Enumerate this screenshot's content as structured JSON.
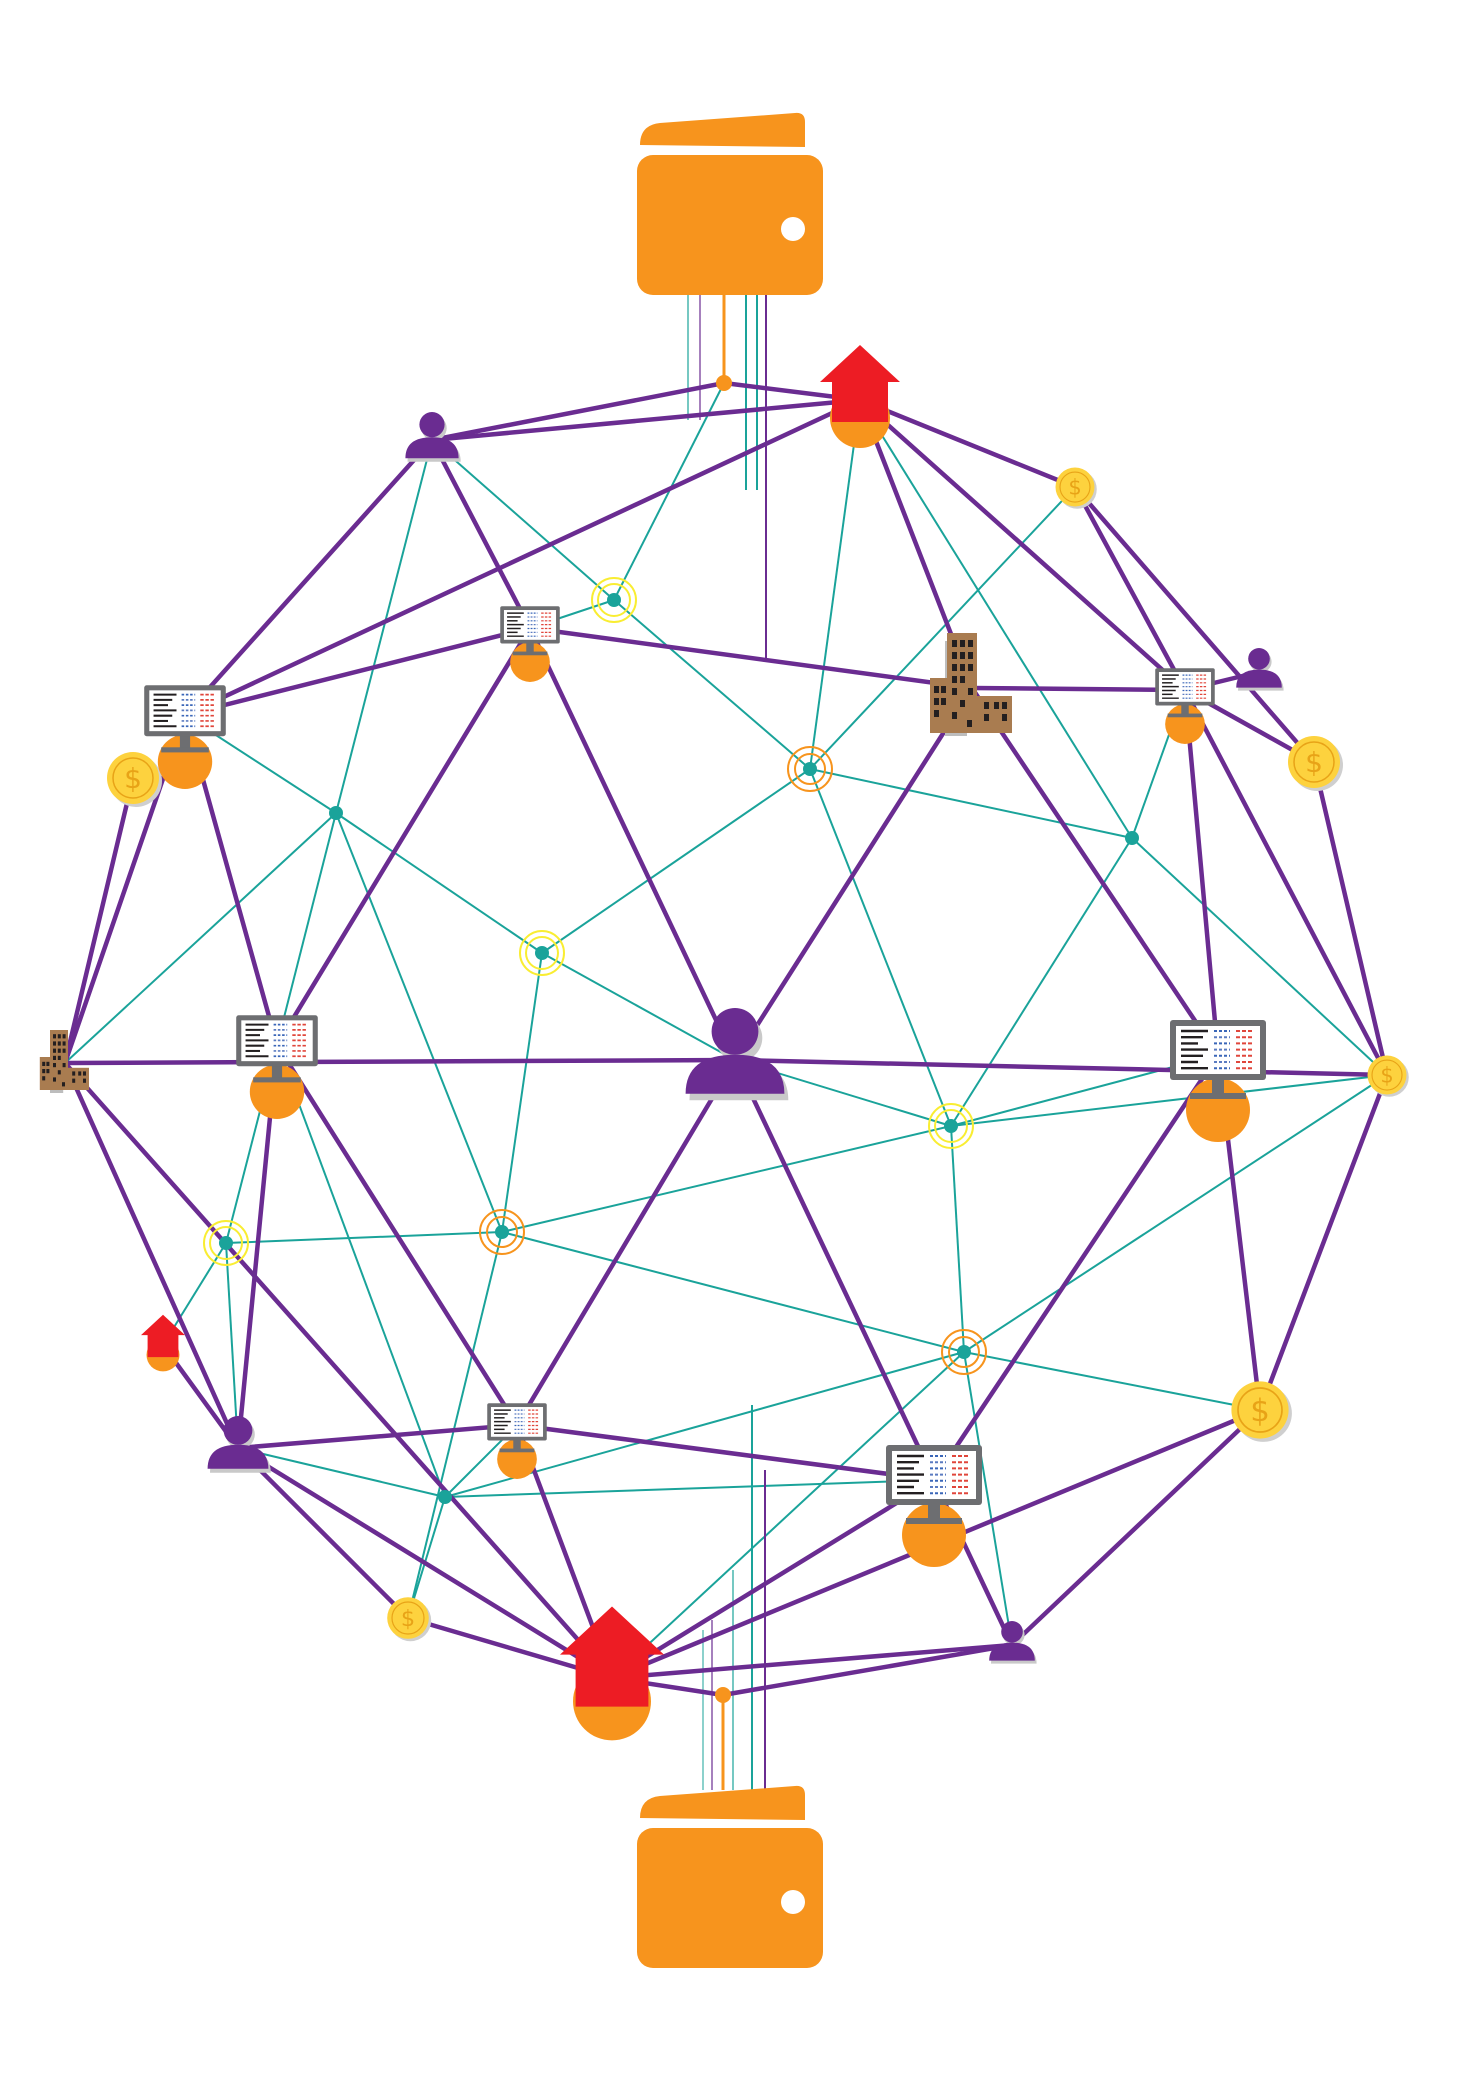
{
  "diagram": {
    "kind": "network-graph",
    "colors": {
      "background": "#ffffff",
      "primary_edge": "#6a2c91",
      "secondary_edge": "#1aa39a",
      "wallet": "#f7941d",
      "wallet_clasp": "#ffffff",
      "person": "#6a2c91",
      "house": "#ed1c24",
      "coin": "#fdd23e",
      "coin_symbol": "#e8a317",
      "node_base": "#f7941d",
      "monitor_frame": "#6d6e71",
      "monitor_screen": "#ffffff",
      "building": "#a97c50",
      "building_window": "#231f20",
      "hub_dot": "#1aa39a",
      "hub_ring_yellow": "#f9ed32",
      "hub_ring_orange": "#f7941d"
    },
    "coin_symbol": "$",
    "nodes": [
      {
        "id": "wallet-top",
        "type": "wallet",
        "icon": "wallet-icon"
      },
      {
        "id": "wallet-bottom",
        "type": "wallet",
        "icon": "wallet-icon"
      },
      {
        "id": "house-top",
        "type": "house",
        "icon": "house-icon"
      },
      {
        "id": "house-bottom",
        "type": "house",
        "icon": "house-icon"
      },
      {
        "id": "house-left",
        "type": "house",
        "icon": "house-icon"
      },
      {
        "id": "person-top-left",
        "type": "person",
        "icon": "person-icon"
      },
      {
        "id": "person-top-right",
        "type": "person",
        "icon": "person-icon"
      },
      {
        "id": "person-center",
        "type": "person",
        "icon": "person-icon"
      },
      {
        "id": "person-bottom-left",
        "type": "person",
        "icon": "person-icon"
      },
      {
        "id": "person-bottom-right",
        "type": "person",
        "icon": "person-icon"
      },
      {
        "id": "monitor-upper-center",
        "type": "monitor",
        "icon": "monitor-icon"
      },
      {
        "id": "monitor-upper-left",
        "type": "monitor",
        "icon": "monitor-icon"
      },
      {
        "id": "monitor-upper-right",
        "type": "monitor",
        "icon": "monitor-icon"
      },
      {
        "id": "monitor-mid-left",
        "type": "monitor",
        "icon": "monitor-icon"
      },
      {
        "id": "monitor-mid-right",
        "type": "monitor",
        "icon": "monitor-icon"
      },
      {
        "id": "monitor-lower-center",
        "type": "monitor",
        "icon": "monitor-icon"
      },
      {
        "id": "monitor-lower-right",
        "type": "monitor",
        "icon": "monitor-icon"
      },
      {
        "id": "building-upper",
        "type": "building",
        "icon": "building-icon"
      },
      {
        "id": "building-left",
        "type": "building",
        "icon": "building-icon"
      },
      {
        "id": "coin-top-right",
        "type": "coin",
        "icon": "coin-icon"
      },
      {
        "id": "coin-right",
        "type": "coin",
        "icon": "coin-icon"
      },
      {
        "id": "coin-far-right",
        "type": "coin",
        "icon": "coin-icon"
      },
      {
        "id": "coin-lower-right",
        "type": "coin",
        "icon": "coin-icon"
      },
      {
        "id": "coin-left",
        "type": "coin",
        "icon": "coin-icon"
      },
      {
        "id": "coin-bottom-left",
        "type": "coin",
        "icon": "coin-icon"
      },
      {
        "id": "hub-1",
        "type": "hub",
        "ring": "yellow"
      },
      {
        "id": "hub-2",
        "type": "hub",
        "ring": "orange"
      },
      {
        "id": "hub-3",
        "type": "hub",
        "ring": "none"
      },
      {
        "id": "hub-4",
        "type": "hub",
        "ring": "none"
      },
      {
        "id": "hub-5",
        "type": "hub",
        "ring": "yellow"
      },
      {
        "id": "hub-6",
        "type": "hub",
        "ring": "yellow"
      },
      {
        "id": "hub-7",
        "type": "hub",
        "ring": "yellow"
      },
      {
        "id": "hub-8",
        "type": "hub",
        "ring": "orange"
      },
      {
        "id": "hub-9",
        "type": "hub",
        "ring": "orange"
      },
      {
        "id": "hub-10",
        "type": "hub",
        "ring": "none"
      },
      {
        "id": "junction-top",
        "type": "junction"
      },
      {
        "id": "junction-bottom",
        "type": "junction"
      }
    ],
    "edges": {
      "primary": [
        [
          "junction-top",
          "house-top"
        ],
        [
          "junction-top",
          "person-top-left"
        ],
        [
          "person-top-left",
          "house-top"
        ],
        [
          "person-top-left",
          "monitor-upper-left"
        ],
        [
          "person-top-left",
          "monitor-upper-center"
        ],
        [
          "house-top",
          "monitor-upper-left"
        ],
        [
          "house-top",
          "coin-top-right"
        ],
        [
          "house-top",
          "building-upper"
        ],
        [
          "house-top",
          "monitor-upper-right"
        ],
        [
          "coin-top-right",
          "monitor-upper-right"
        ],
        [
          "coin-top-right",
          "coin-right"
        ],
        [
          "monitor-upper-right",
          "person-top-right"
        ],
        [
          "monitor-upper-right",
          "coin-right"
        ],
        [
          "monitor-upper-right",
          "coin-far-right"
        ],
        [
          "monitor-upper-right",
          "monitor-mid-right"
        ],
        [
          "monitor-upper-center",
          "building-upper"
        ],
        [
          "monitor-upper-center",
          "monitor-upper-left"
        ],
        [
          "monitor-upper-center",
          "monitor-mid-left"
        ],
        [
          "monitor-upper-center",
          "person-center"
        ],
        [
          "building-upper",
          "monitor-upper-right"
        ],
        [
          "building-upper",
          "person-center"
        ],
        [
          "building-upper",
          "monitor-mid-right"
        ],
        [
          "monitor-upper-left",
          "building-left"
        ],
        [
          "monitor-upper-left",
          "monitor-mid-left"
        ],
        [
          "coin-left",
          "building-left"
        ],
        [
          "building-left",
          "person-center"
        ],
        [
          "person-center",
          "coin-far-right"
        ],
        [
          "building-left",
          "person-bottom-left"
        ],
        [
          "building-left",
          "house-bottom"
        ],
        [
          "house-left",
          "person-bottom-left"
        ],
        [
          "monitor-mid-left",
          "person-bottom-left"
        ],
        [
          "monitor-mid-left",
          "monitor-lower-center"
        ],
        [
          "person-center",
          "monitor-lower-center"
        ],
        [
          "person-center",
          "monitor-lower-right"
        ],
        [
          "monitor-mid-right",
          "monitor-lower-right"
        ],
        [
          "monitor-mid-right",
          "coin-lower-right"
        ],
        [
          "coin-far-right",
          "coin-right"
        ],
        [
          "coin-far-right",
          "coin-lower-right"
        ],
        [
          "coin-lower-right",
          "person-bottom-right"
        ],
        [
          "coin-lower-right",
          "house-bottom"
        ],
        [
          "person-bottom-left",
          "monitor-lower-center"
        ],
        [
          "person-bottom-left",
          "house-bottom"
        ],
        [
          "person-bottom-left",
          "coin-bottom-left"
        ],
        [
          "monitor-lower-center",
          "monitor-lower-right"
        ],
        [
          "monitor-lower-center",
          "house-bottom"
        ],
        [
          "monitor-lower-right",
          "house-bottom"
        ],
        [
          "monitor-lower-right",
          "person-bottom-right"
        ],
        [
          "house-bottom",
          "person-bottom-right"
        ],
        [
          "coin-bottom-left",
          "house-bottom"
        ],
        [
          "house-bottom",
          "junction-bottom"
        ],
        [
          "junction-bottom",
          "person-bottom-right"
        ]
      ],
      "secondary": [
        [
          "junction-top",
          "hub-1"
        ],
        [
          "person-top-left",
          "hub-1"
        ],
        [
          "hub-1",
          "hub-2"
        ],
        [
          "hub-1",
          "monitor-upper-center"
        ],
        [
          "person-top-left",
          "hub-3"
        ],
        [
          "hub-3",
          "monitor-upper-left"
        ],
        [
          "hub-3",
          "building-left"
        ],
        [
          "hub-3",
          "monitor-mid-left"
        ],
        [
          "hub-3",
          "hub-5"
        ],
        [
          "hub-3",
          "hub-8"
        ],
        [
          "house-top",
          "hub-2"
        ],
        [
          "coin-top-right",
          "hub-2"
        ],
        [
          "house-top",
          "hub-4"
        ],
        [
          "hub-2",
          "hub-4"
        ],
        [
          "hub-2",
          "hub-5"
        ],
        [
          "hub-2",
          "hub-6"
        ],
        [
          "hub-4",
          "monitor-upper-right"
        ],
        [
          "hub-4",
          "coin-far-right"
        ],
        [
          "hub-4",
          "hub-6"
        ],
        [
          "hub-5",
          "person-center"
        ],
        [
          "hub-5",
          "hub-8"
        ],
        [
          "building-left",
          "hub-7"
        ],
        [
          "hub-7",
          "hub-8"
        ],
        [
          "hub-7",
          "monitor-mid-left"
        ],
        [
          "hub-7",
          "person-bottom-left"
        ],
        [
          "hub-7",
          "house-left"
        ],
        [
          "hub-6",
          "person-center"
        ],
        [
          "hub-6",
          "coin-far-right"
        ],
        [
          "hub-6",
          "hub-9"
        ],
        [
          "hub-6",
          "hub-8"
        ],
        [
          "hub-6",
          "monitor-mid-right"
        ],
        [
          "hub-8",
          "hub-9"
        ],
        [
          "hub-9",
          "coin-far-right"
        ],
        [
          "hub-9",
          "coin-lower-right"
        ],
        [
          "hub-9",
          "hub-10"
        ],
        [
          "hub-9",
          "house-bottom"
        ],
        [
          "hub-8",
          "coin-bottom-left"
        ],
        [
          "person-bottom-left",
          "hub-10"
        ],
        [
          "hub-10",
          "coin-bottom-left"
        ],
        [
          "hub-10",
          "monitor-mid-left"
        ],
        [
          "hub-10",
          "monitor-lower-right"
        ],
        [
          "monitor-lower-center",
          "hub-10"
        ],
        [
          "hub-9",
          "person-bottom-right"
        ]
      ]
    }
  }
}
